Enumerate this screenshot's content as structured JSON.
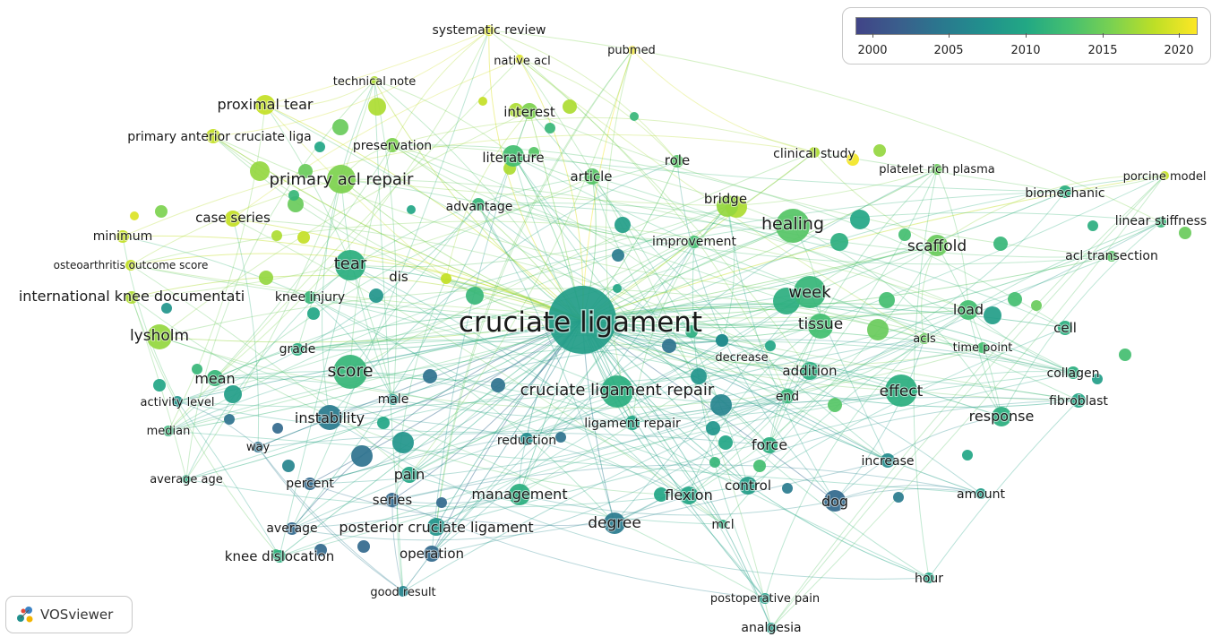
{
  "legend": {
    "ticks": [
      "2000",
      "2005",
      "2010",
      "2015",
      "2020"
    ],
    "year_min": 1999,
    "year_max": 2021.5,
    "colors": [
      "#414487",
      "#3a5e8c",
      "#2a788e",
      "#21908d",
      "#22a884",
      "#44bf70",
      "#7ad151",
      "#bddf26",
      "#fde725"
    ]
  },
  "logo": {
    "label": "VOSviewer"
  },
  "nodes": [
    {
      "label": "cruciate ligament",
      "year": 2009,
      "size": "xl"
    },
    {
      "label": "systematic review",
      "year": 2020
    },
    {
      "label": "native acl",
      "year": 2020
    },
    {
      "label": "pubmed",
      "year": 2021
    },
    {
      "label": "technical note",
      "year": 2018
    },
    {
      "label": "proximal tear",
      "year": 2019
    },
    {
      "label": "interest",
      "year": 2016
    },
    {
      "label": "primary anterior cruciate liga",
      "year": 2019
    },
    {
      "label": "preservation",
      "year": 2016
    },
    {
      "label": "literature",
      "year": 2013
    },
    {
      "label": "clinical study",
      "year": 2018
    },
    {
      "label": "role",
      "year": 2014
    },
    {
      "label": "platelet rich plasma",
      "year": 2015
    },
    {
      "label": "article",
      "year": 2014
    },
    {
      "label": "primary acl repair",
      "year": 2016
    },
    {
      "label": "porcine model",
      "year": 2019
    },
    {
      "label": "biomechanic",
      "year": 2011
    },
    {
      "label": "bridge",
      "year": 2017
    },
    {
      "label": "advantage",
      "year": 2012
    },
    {
      "label": "case series",
      "year": 2019
    },
    {
      "label": "healing",
      "year": 2014
    },
    {
      "label": "linear stiffness",
      "year": 2012
    },
    {
      "label": "minimum",
      "year": 2019
    },
    {
      "label": "improvement",
      "year": 2013
    },
    {
      "label": "scaffold",
      "year": 2015
    },
    {
      "label": "osteoarthritis outcome score",
      "year": 2019
    },
    {
      "label": "tear",
      "year": 2011
    },
    {
      "label": "acl transection",
      "year": 2014
    },
    {
      "label": "dis",
      "year": 2019
    },
    {
      "label": "week",
      "year": 2012
    },
    {
      "label": "international knee documentati",
      "year": 2018
    },
    {
      "label": "knee injury",
      "year": 2012
    },
    {
      "label": "load",
      "year": 2013
    },
    {
      "label": "tissue",
      "year": 2013
    },
    {
      "label": "lysholm",
      "year": 2017
    },
    {
      "label": "acls",
      "year": 2015
    },
    {
      "label": "cell",
      "year": 2011
    },
    {
      "label": "time point",
      "year": 2013
    },
    {
      "label": "grade",
      "year": 2011
    },
    {
      "label": "decrease",
      "year": 2007
    },
    {
      "label": "score",
      "year": 2012
    },
    {
      "label": "addition",
      "year": 2011
    },
    {
      "label": "mean",
      "year": 2012
    },
    {
      "label": "collagen",
      "year": 2011
    },
    {
      "label": "cruciate ligament repair",
      "year": 2011
    },
    {
      "label": "effect",
      "year": 2011
    },
    {
      "label": "activity level",
      "year": 2008
    },
    {
      "label": "male",
      "year": 2008
    },
    {
      "label": "end",
      "year": 2012
    },
    {
      "label": "fibroblast",
      "year": 2010
    },
    {
      "label": "instability",
      "year": 2005
    },
    {
      "label": "response",
      "year": 2011
    },
    {
      "label": "median",
      "year": 2012
    },
    {
      "label": "ligament repair",
      "year": 2010
    },
    {
      "label": "reduction",
      "year": 2007
    },
    {
      "label": "way",
      "year": 2004
    },
    {
      "label": "force",
      "year": 2011
    },
    {
      "label": "increase",
      "year": 2007
    },
    {
      "label": "average age",
      "year": 2011
    },
    {
      "label": "pain",
      "year": 2010
    },
    {
      "label": "percent",
      "year": 2003
    },
    {
      "label": "control",
      "year": 2009
    },
    {
      "label": "management",
      "year": 2011
    },
    {
      "label": "amount",
      "year": 2009
    },
    {
      "label": "series",
      "year": 2003
    },
    {
      "label": "flexion",
      "year": 2010
    },
    {
      "label": "dog",
      "year": 2003
    },
    {
      "label": "average",
      "year": 2003
    },
    {
      "label": "posterior cruciate ligament",
      "year": 2008
    },
    {
      "label": "degree",
      "year": 2005
    },
    {
      "label": "mcl",
      "year": 2011
    },
    {
      "label": "knee dislocation",
      "year": 2011
    },
    {
      "label": "operation",
      "year": 2003
    },
    {
      "label": "hour",
      "year": 2010
    },
    {
      "label": "good result",
      "year": 2006
    },
    {
      "label": "postoperative pain",
      "year": 2009
    },
    {
      "label": "analgesia",
      "year": 2009
    }
  ]
}
